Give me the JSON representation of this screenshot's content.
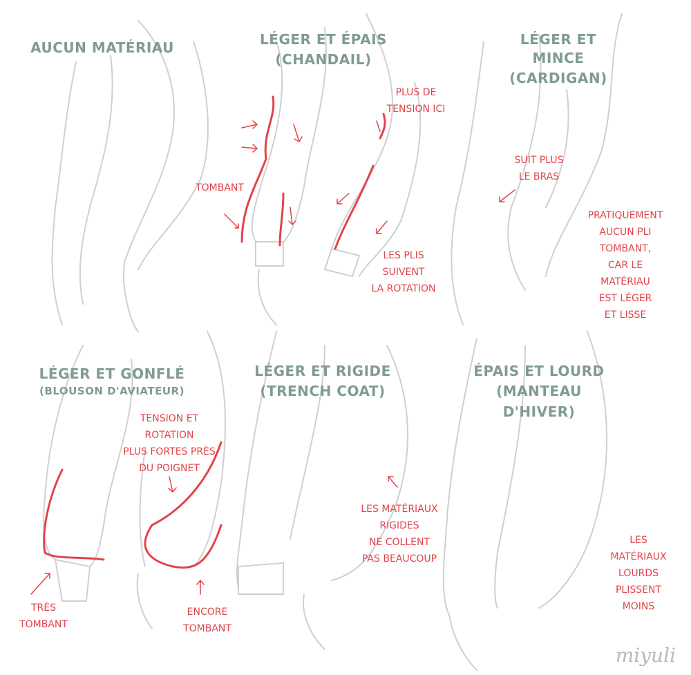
{
  "colors": {
    "title": "#7f9c8c",
    "annotation": "#e0444a",
    "sketch": "#cfcfcf"
  },
  "panels": [
    {
      "title": "AUCUN MATÉRIAU",
      "subtitle": ""
    },
    {
      "title": "LÉGER ET ÉPAIS",
      "subtitle": "(CHANDAIL)"
    },
    {
      "title": "LÉGER ET MINCE",
      "subtitle": "(CARDIGAN)"
    },
    {
      "title": "LÉGER ET GONFLÉ",
      "subtitle": "(BLOUSON D'AVIATEUR)"
    },
    {
      "title": "LÉGER ET RIGIDE",
      "subtitle": "(TRENCH COAT)"
    },
    {
      "title": "ÉPAIS ET LOURD",
      "subtitle": "(MANTEAU D'HIVER)"
    }
  ],
  "annotations": {
    "tombant": "TOMBANT",
    "tension": "PLUS DE\nTENSION ICI",
    "rotation": "LES PLIS\nSUIVENT\nLA ROTATION",
    "suit": "SUIT PLUS\nLE BRAS",
    "pratiquement": "PRATIQUEMENT\nAUCUN PLI\nTOMBANT,\nCAR LE MATÉRIAU\nEST LÉGER\nET LISSE",
    "tension_poignet": "TENSION ET\nROTATION\nPLUS FORTES PRÈS\nDU POIGNET",
    "tres_tombant": "TRÈS\nTOMBANT",
    "encore_tombant": "ENCORE\nTOMBANT",
    "rigides": "LES MATÉRIAUX\nRIGIDES\nNE COLLENT\nPAS BEAUCOUP",
    "lourds": "LES MATÉRIAUX\nLOURDS\nPLISSENT\nMOINS"
  },
  "signature": "miyuli"
}
